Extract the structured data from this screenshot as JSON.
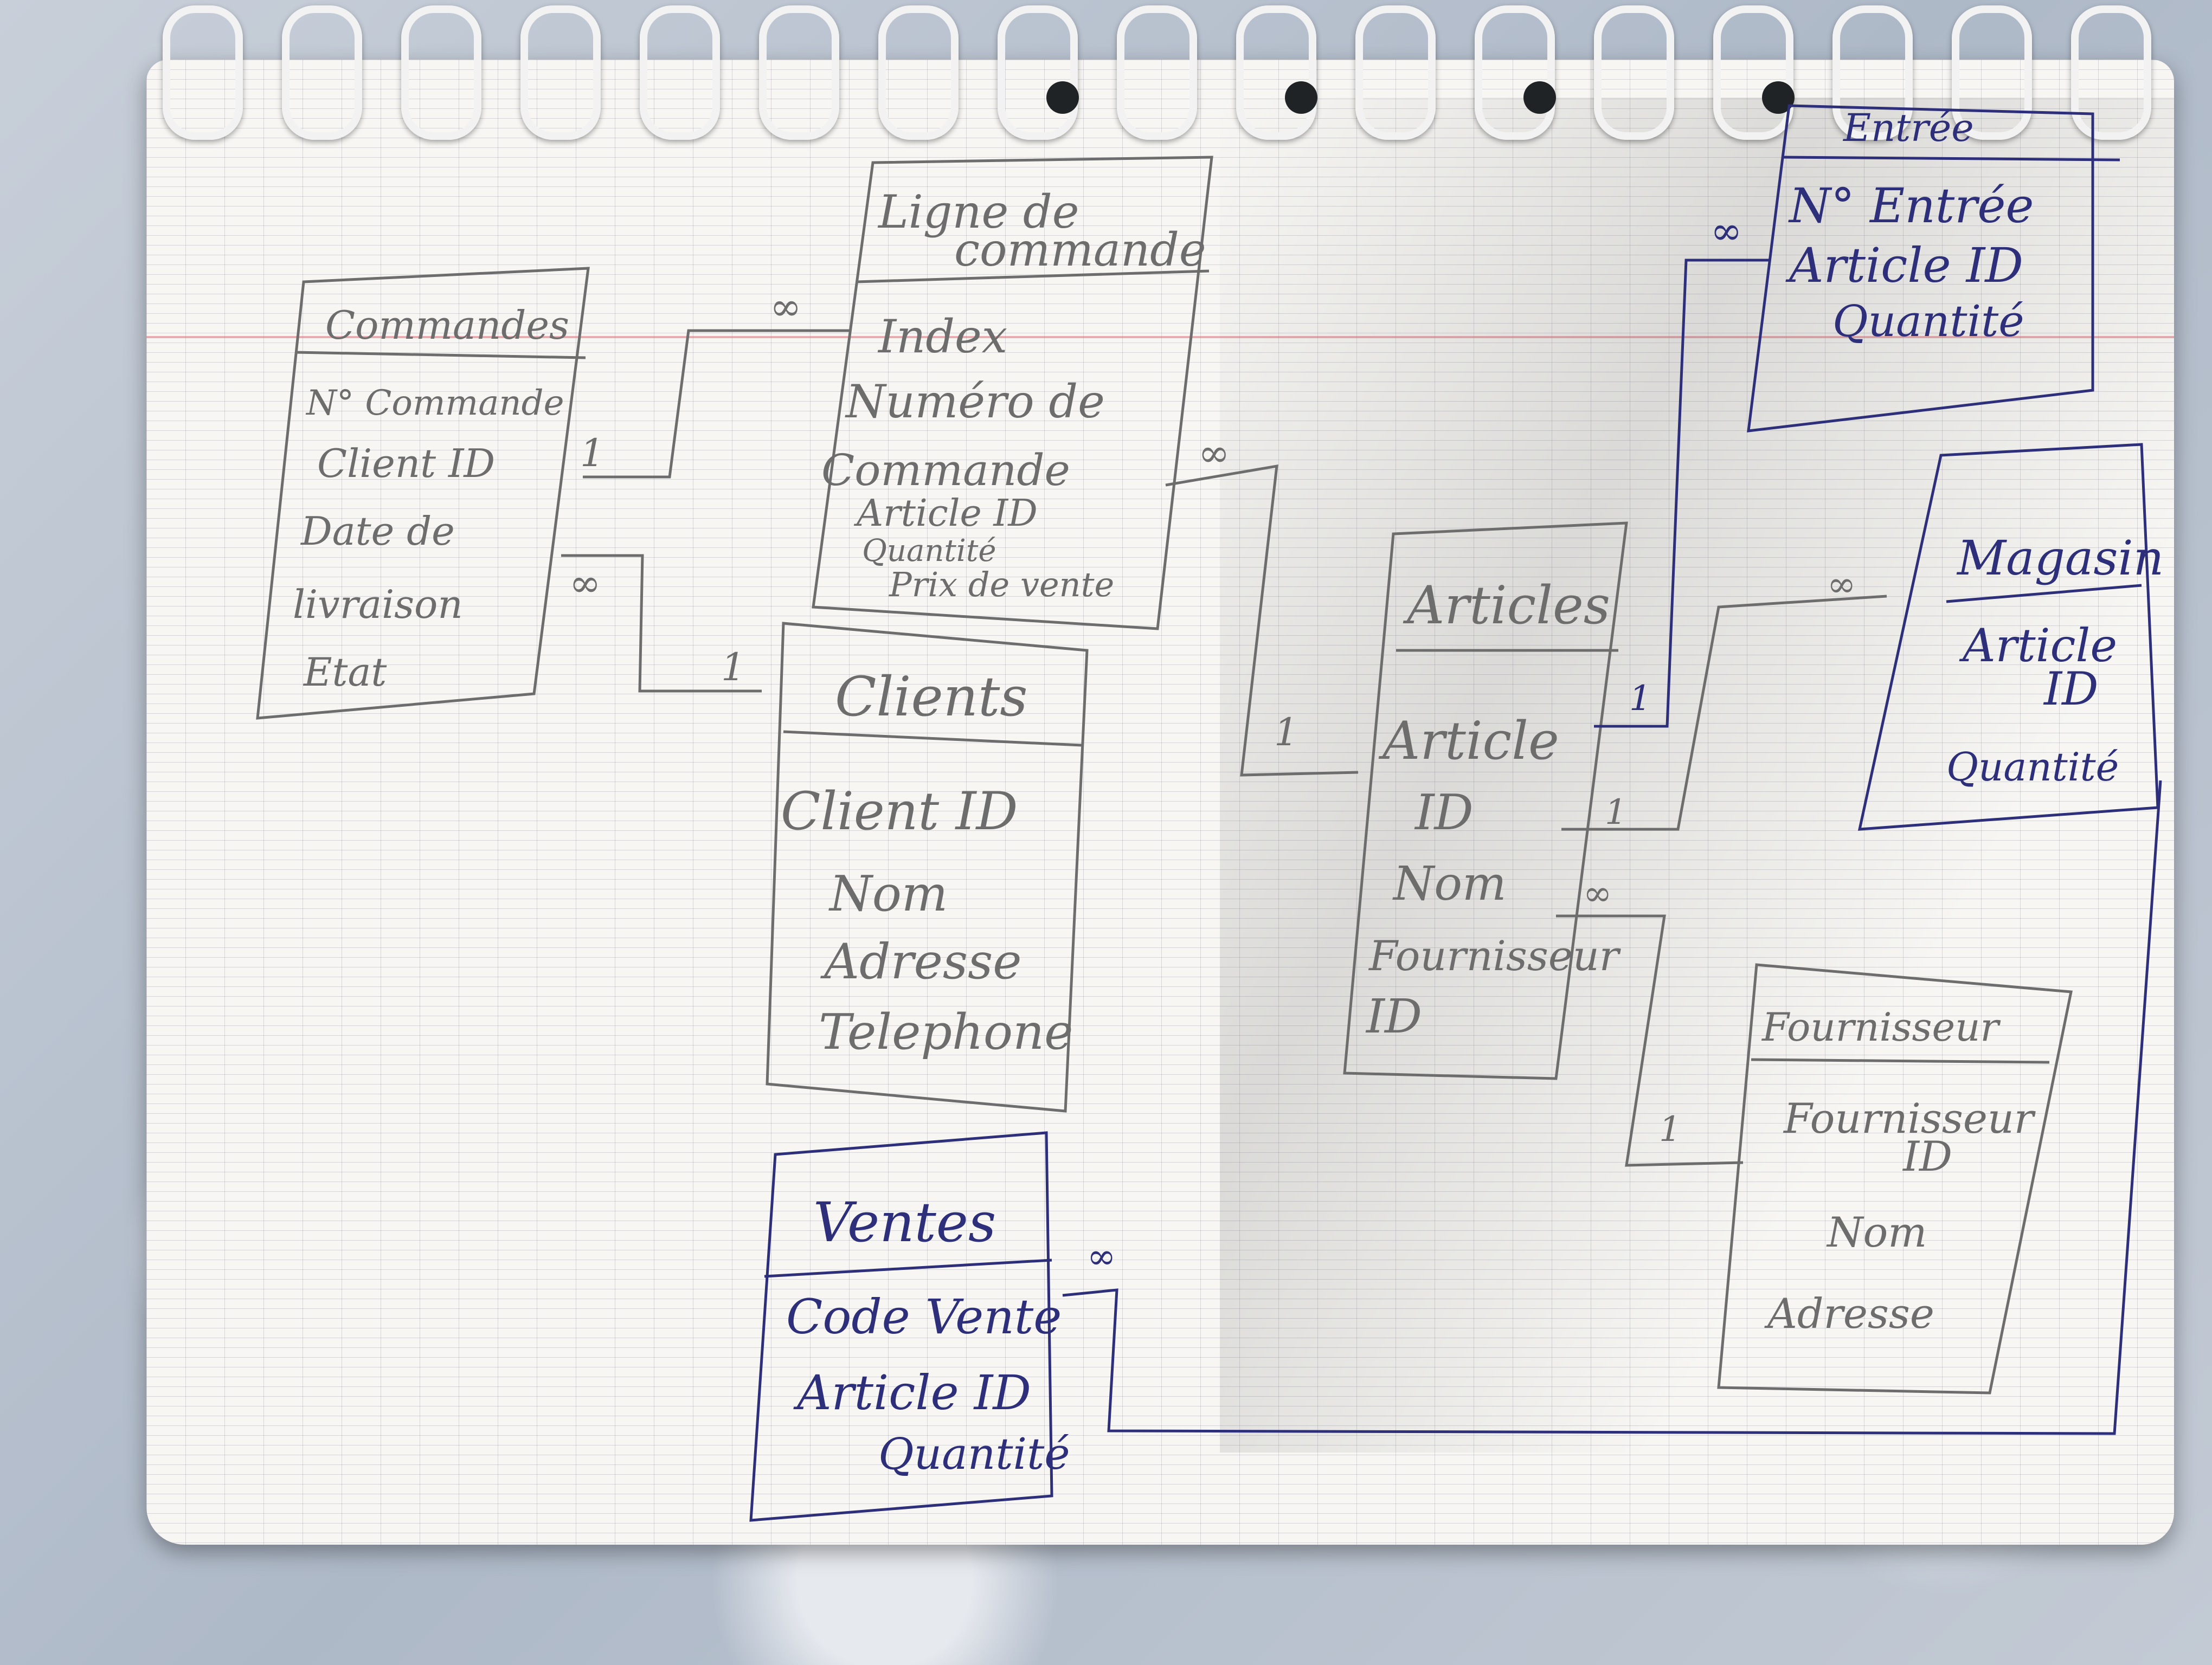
{
  "colors": {
    "pencil": "#6d6d6d",
    "pen": "#2d2f7a",
    "paper": "#f7f6f3",
    "margin_line": "#dc6e78"
  },
  "entities": {
    "commandes": {
      "title": "Commandes",
      "fields": [
        "N° Commande",
        "Client ID",
        "Date de",
        "livraison",
        "Etat"
      ]
    },
    "ligne_commande": {
      "title_line1": "Ligne de",
      "title_line2": "commande",
      "fields": [
        "Index",
        "Numéro de",
        "Commande",
        "Article ID",
        "Quantité",
        "Prix de vente"
      ]
    },
    "clients": {
      "title": "Clients",
      "fields": [
        "Client ID",
        "Nom",
        "Adresse",
        "Telephone"
      ]
    },
    "articles": {
      "title": "Articles",
      "fields": [
        "Article",
        "ID",
        "Nom",
        "Fournisseur",
        "ID"
      ]
    },
    "entree": {
      "title": "Entrée",
      "fields": [
        "N° Entrée",
        "Article ID",
        "Quantité"
      ]
    },
    "magasin": {
      "title": "Magasin",
      "fields": [
        "Article",
        "ID",
        "Quantité"
      ]
    },
    "fournisseur": {
      "title": "Fournisseur",
      "fields": [
        "Fournisseur",
        "ID",
        "Nom",
        "Adresse"
      ]
    },
    "ventes": {
      "title": "Ventes",
      "fields": [
        "Code Vente",
        "Article ID",
        "Quantité"
      ]
    }
  },
  "cardinality": {
    "one": "1",
    "many": "∞"
  }
}
